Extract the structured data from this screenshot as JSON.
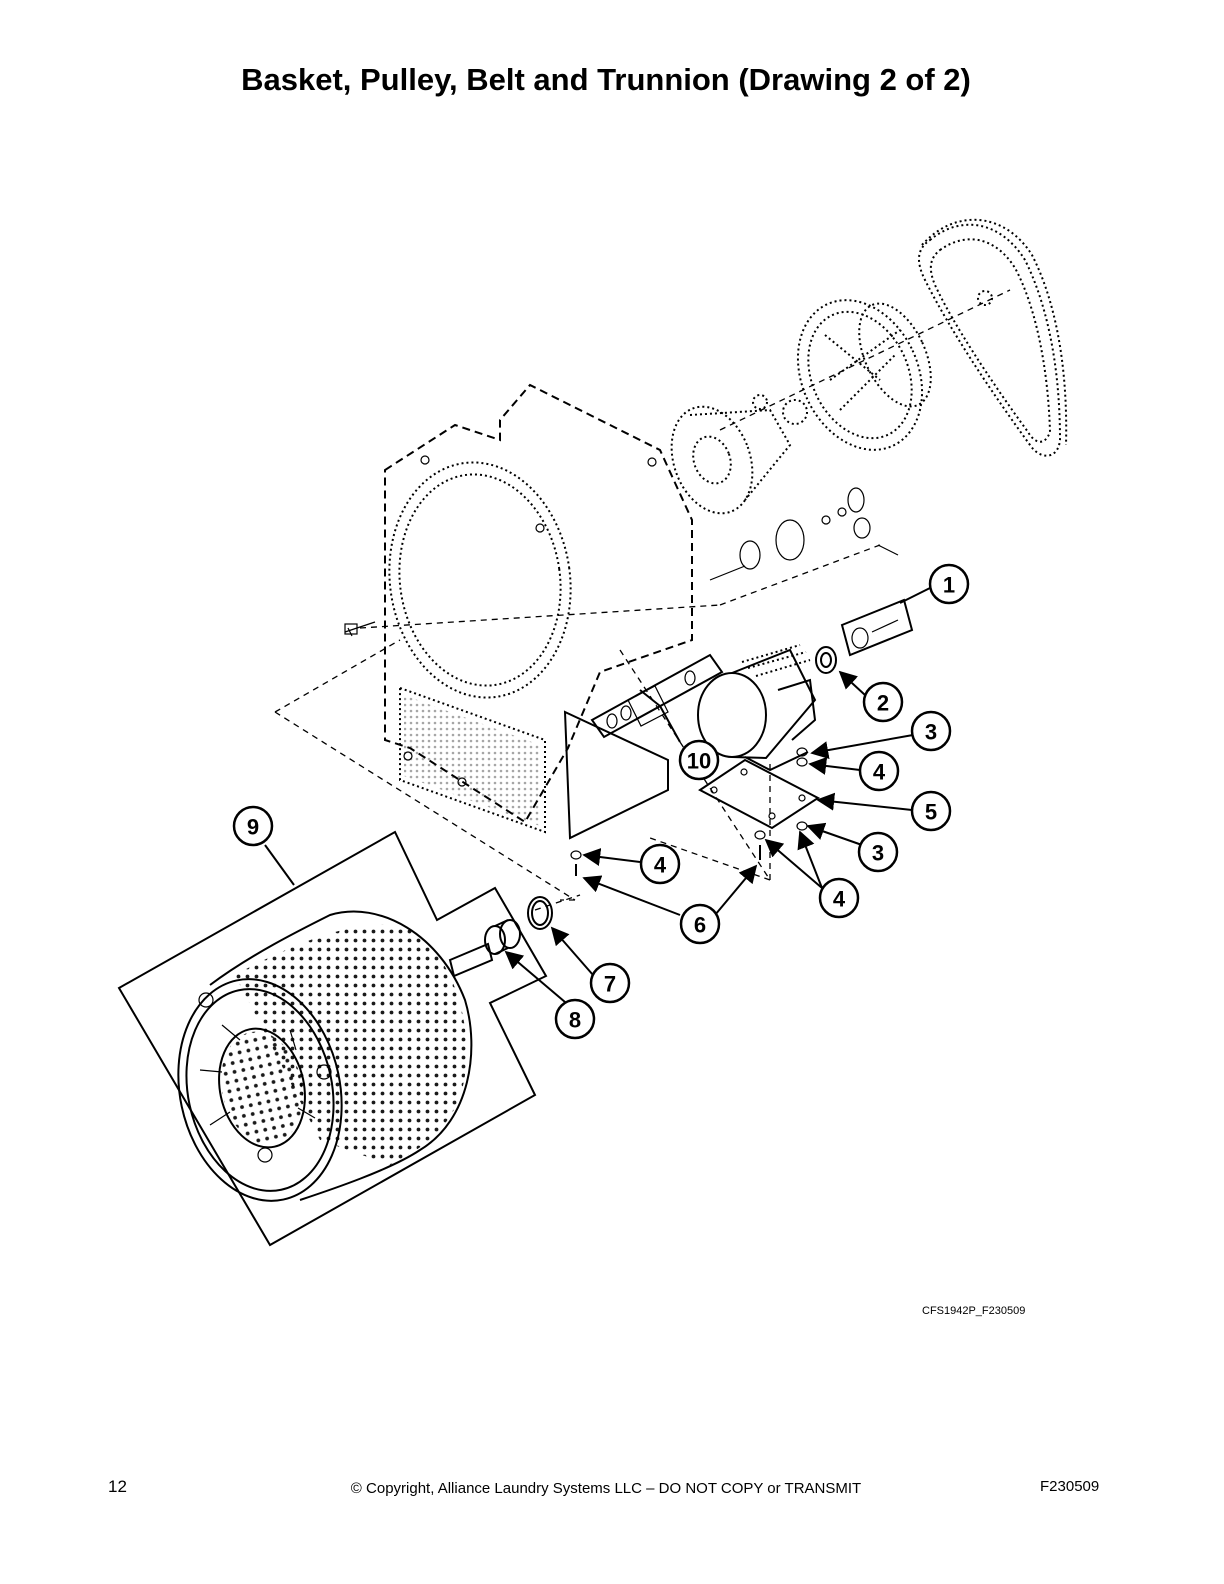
{
  "header": {
    "title": "Basket, Pulley, Belt and Trunnion (Drawing 2 of 2)"
  },
  "drawing": {
    "drawing_id": "CFS1942P_F230509",
    "callouts": {
      "c1": "1",
      "c2": "2",
      "c3a": "3",
      "c3b": "3",
      "c4a": "4",
      "c4b": "4",
      "c4c": "4",
      "c5": "5",
      "c6": "6",
      "c7": "7",
      "c8": "8",
      "c9": "9",
      "c10": "10"
    }
  },
  "footer": {
    "page_number": "12",
    "copyright": "© Copyright, Alliance Laundry Systems LLC – DO NOT COPY or TRANSMIT",
    "doc_code": "F230509"
  }
}
